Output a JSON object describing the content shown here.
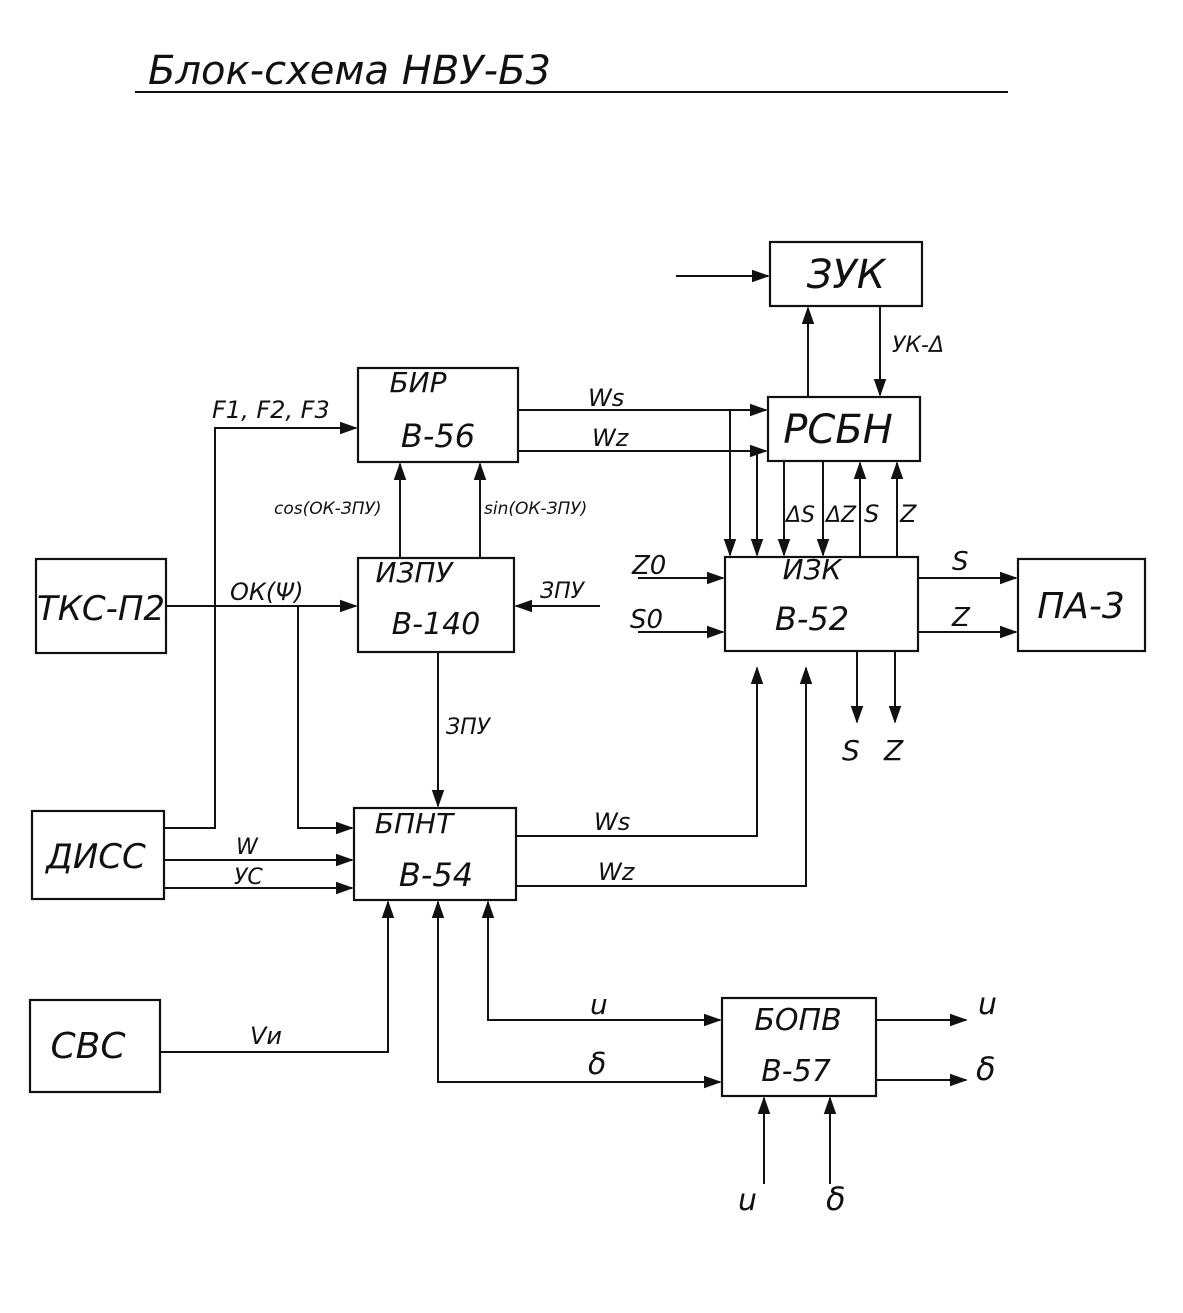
{
  "title": "Блок-схема   НВУ-Б3",
  "blocks": {
    "zuk": {
      "line1": "ЗУК",
      "line2": ""
    },
    "bir": {
      "line1": "БИР",
      "line2": "В-56"
    },
    "rsbn": {
      "line1": "РСБН",
      "line2": ""
    },
    "tks": {
      "line1": "ТКС-П2",
      "line2": ""
    },
    "izpu": {
      "line1": "ИЗПУ",
      "line2": "В-140"
    },
    "izk": {
      "line1": "ИЗК",
      "line2": "В-52"
    },
    "pa3": {
      "line1": "ПА-3",
      "line2": ""
    },
    "diss": {
      "line1": "ДИСС",
      "line2": ""
    },
    "bpnt": {
      "line1": "БПНТ",
      "line2": "В-54"
    },
    "svs": {
      "line1": "СВС",
      "line2": ""
    },
    "bopv": {
      "line1": "БОПВ",
      "line2": "В-57"
    }
  },
  "signals": {
    "uk_delta": "УК-Δ",
    "f123": "F1, F2, F3",
    "ws_top": "Ws",
    "wz_top": "Wz",
    "cos": "cos(ОК-ЗПУ)",
    "sin": "sin(ОК-ЗПУ)",
    "dS": "ΔS",
    "dZ": "ΔZ",
    "S_up": "S",
    "Z_up": "Z",
    "ok_psi": "ОК(Ψ)",
    "zpu_in": "ЗПУ",
    "z0": "Z0",
    "s0": "S0",
    "S_out": "S",
    "Z_out": "Z",
    "S_down": "S",
    "Z_down": "Z",
    "zpu_down": "ЗПУ",
    "w": "W",
    "yc": "УС",
    "ws_bot": "Ws",
    "wz_bot": "Wz",
    "vi": "Vи",
    "u_mid": "u",
    "delta_mid": "δ",
    "u_out": "u",
    "delta_out": "δ",
    "u_in": "u",
    "delta_in": "δ"
  }
}
